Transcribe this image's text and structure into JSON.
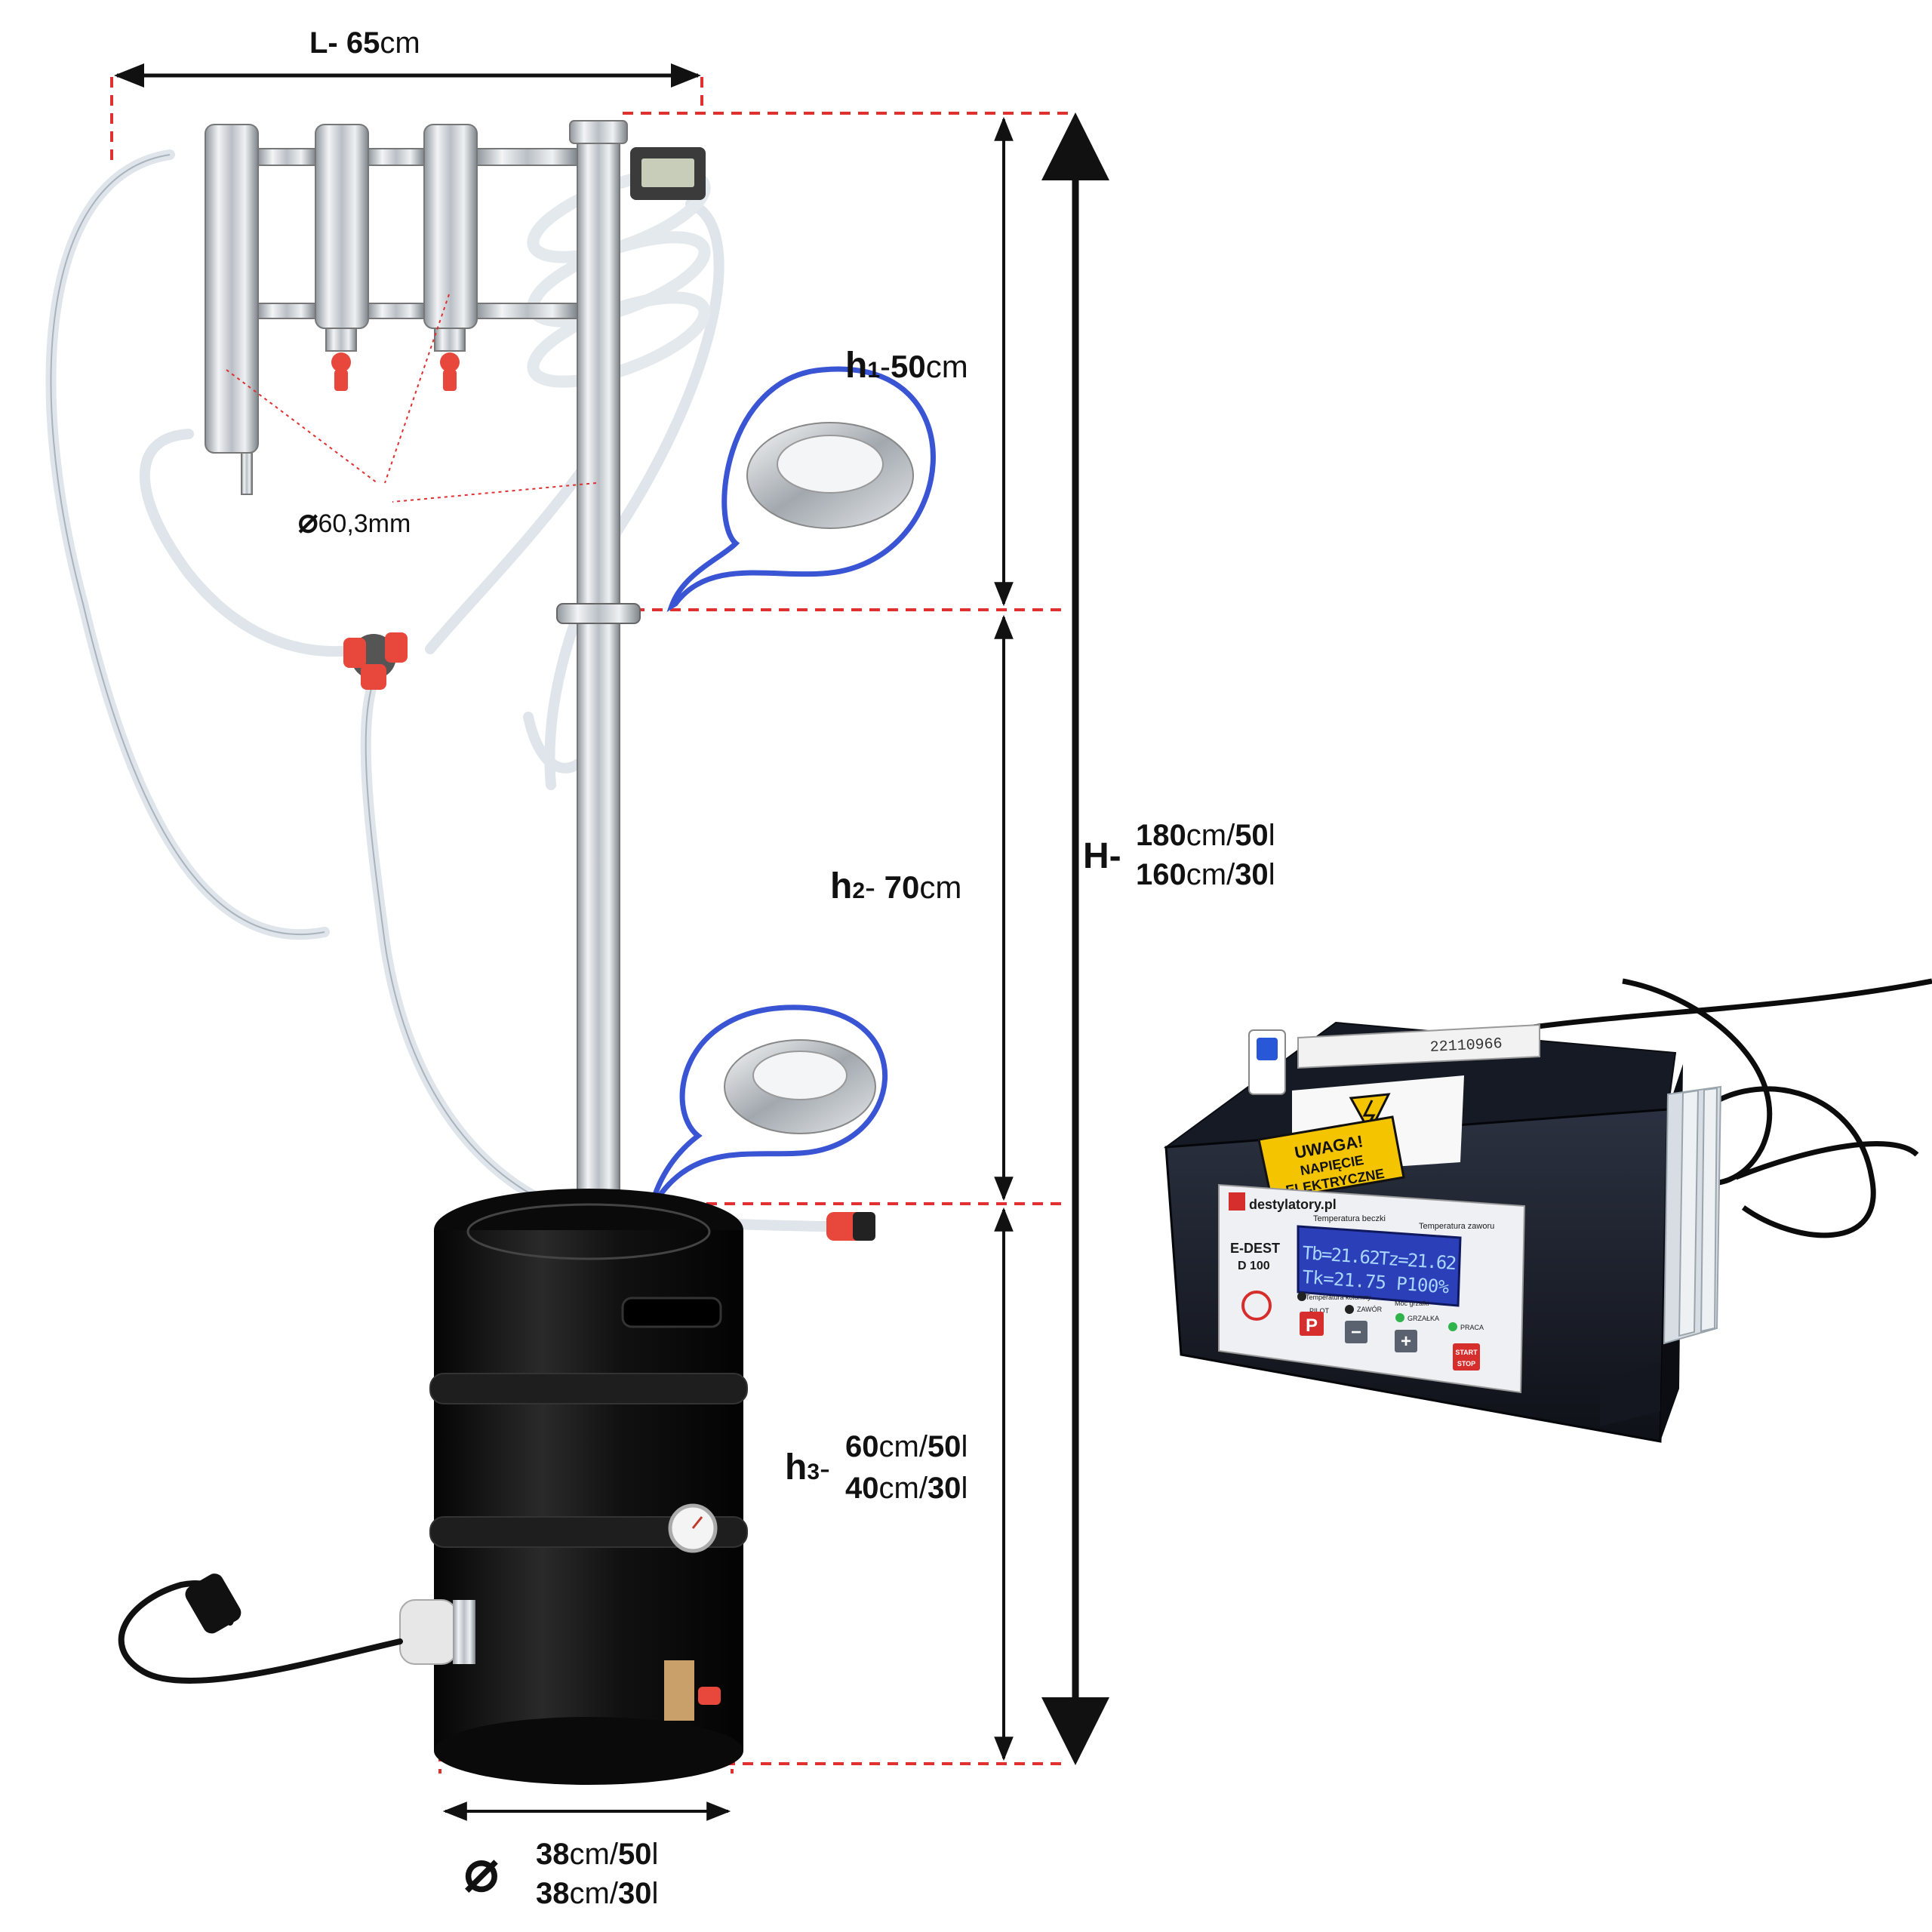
{
  "colors": {
    "dimension_line": "#111111",
    "guide_dash": "#e03030",
    "callout_outline": "#3a55d4",
    "steel": "#c9ced3",
    "keg": "#151515",
    "tube": "#e9eef2",
    "valve": "#e8473c",
    "lcd_background": "#2a3fb8",
    "controller_body": "#1b1f2a",
    "warning_yellow": "#f4c400"
  },
  "dimensions": {
    "length": {
      "prefix": "L- ",
      "value": "65",
      "unit": "cm"
    },
    "h1": {
      "letter": "h",
      "index": "1",
      "sep": "-",
      "value": "50",
      "unit": "cm"
    },
    "h2": {
      "letter": "h",
      "index": "2",
      "sep": "- ",
      "value": "70",
      "unit": "cm"
    },
    "h3": {
      "letter": "h",
      "index": "3",
      "sep": "-",
      "line1": {
        "value": "60",
        "unit": "cm/",
        "vol": "50",
        "vunit": "l"
      },
      "line2": {
        "value": "40",
        "unit": "cm/",
        "vol": "30",
        "vunit": "l"
      }
    },
    "total_height": {
      "prefix": "H- ",
      "line1": {
        "value": "180",
        "unit": "cm/",
        "vol": "50",
        "vunit": "l"
      },
      "line2": {
        "value": "160",
        "unit": "cm/",
        "vol": "30",
        "vunit": "l"
      }
    },
    "pipe_diameter": {
      "symbol": "⌀",
      "text": "60,3mm"
    },
    "keg_diameter": {
      "symbol": "⌀",
      "line1": {
        "value": "38",
        "unit": "cm/",
        "vol": "50",
        "vunit": "l"
      },
      "line2": {
        "value": "38",
        "unit": "cm/",
        "vol": "30",
        "vunit": "l"
      }
    }
  },
  "controller": {
    "brand": "destylatory.pl",
    "model_line1": "E-DEST",
    "model_line2": "D 100",
    "heading_left": "Temperatura beczki",
    "heading_right": "Temperatura zaworu",
    "lcd_line1": "Tb=21.62Tz=21.62",
    "lcd_line2": "Tk=21.75 P100%",
    "label_column": "Temperatura kolumny",
    "label_pilot": "PILOT",
    "label_zawor": "ZAWÓR",
    "label_moc": "Moc grzałki",
    "label_grzalka": "GRZAŁKA",
    "label_praca": "PRACA",
    "key_p": "P",
    "key_minus": "−",
    "key_plus": "+",
    "key_start": "START",
    "key_stop": "STOP",
    "warning_line1": "UWAGA!",
    "warning_line2": "NAPIĘCIE",
    "warning_line3": "ELEKTRYCZNE",
    "serial": "22110966"
  }
}
